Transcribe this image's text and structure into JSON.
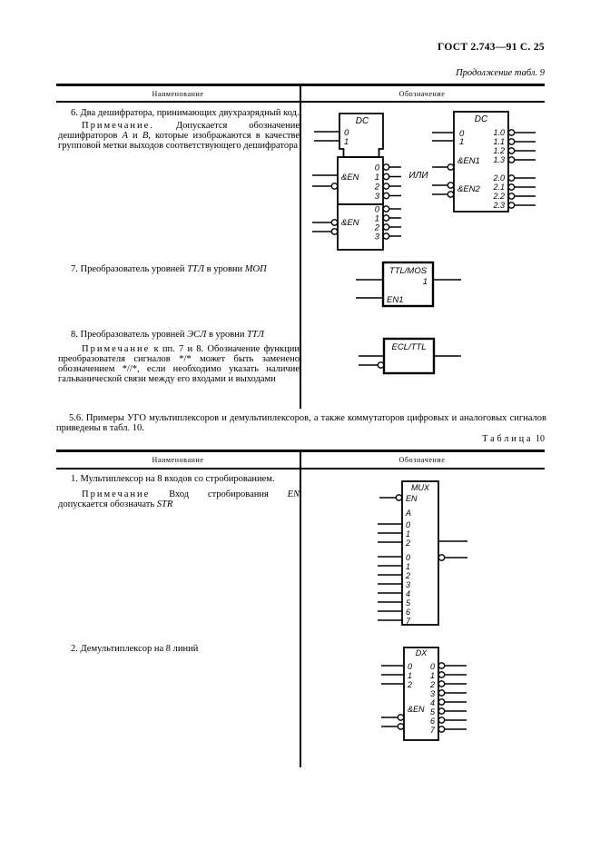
{
  "page": {
    "title": "ГОСТ 2.743—91 С. 25",
    "continuation": "Продолжение табл. 9",
    "section_56": "5.6. Примеры УГО мультиплексоров и демультиплексоров, а также коммутаторов цифровых и аналоговых сигналов приведены в табл. 10.",
    "table10_label": "Таблица",
    "table10_num": "10"
  },
  "table9": {
    "headers": {
      "name": "Наименование",
      "symbol": "Обозначение"
    },
    "row6": {
      "title": "6. Два дешифратора, принимающих двухразрядный код.",
      "note_label": "Примечание.",
      "note_p1": "Допускается обозначение дешифраторов",
      "note_i1": "А",
      "note_p2": "и",
      "note_i2": "В",
      "note_p3": ", которые изображаются в качестве групповой метки выходов соответствующего дешифратора"
    },
    "row7": {
      "num": "7.",
      "p1": "Преобразователь уровней",
      "i1": "ТТЛ",
      "p2": "в уровни",
      "i2": "МОП"
    },
    "row8": {
      "num": "8.",
      "p1": "Преобразователь уровней",
      "i1": "ЭСЛ",
      "p2": "в уровни",
      "i2": "ТТЛ",
      "note_label": "Примечание",
      "note_p1": "к пп. 7 и 8. Обозначение функции преобразователя сигналов */* может быть заменено обозначением *//*, если необходимо указать наличие гальванической связи между его входами и выходами"
    }
  },
  "table10": {
    "headers": {
      "name": "Наименование",
      "symbol": "Обозначение"
    },
    "row1": {
      "title": "1. Мультиплексор на 8 входов со стробированием.",
      "note_label": "Примечание",
      "note_p1": "Вход стробирования",
      "note_i1": "EN",
      "note_p2": "допускается обозначать",
      "note_i2": "STR"
    },
    "row2": {
      "title": "2. Демультиплексор на 8 линий"
    }
  },
  "diagrams": {
    "dual_dc": {
      "dc_title": "DC",
      "dc_inputs": [
        "0",
        "1"
      ],
      "en_label": "&EN",
      "b1_outputs": [
        "0",
        "1",
        "2",
        "3"
      ],
      "b2_outputs": [
        "0",
        "1",
        "2",
        "3"
      ],
      "or_label": "ИЛИ",
      "r_title": "DC",
      "r_inputs": [
        "0",
        "1"
      ],
      "r_en1": "&EN1",
      "r_en2": "&EN2",
      "r_outputs_1": [
        "1.0",
        "1.1",
        "1.2",
        "1.3"
      ],
      "r_outputs_2": [
        "2.0",
        "2.1",
        "2.2",
        "2.3"
      ]
    },
    "ttl_mos": {
      "title": "TTL/MOS",
      "num": "1",
      "en": "EN1"
    },
    "ecl_ttl": {
      "title": "ECL/TTL"
    },
    "mux": {
      "title": "MUX",
      "en": "EN",
      "a": "A",
      "addr": [
        "0",
        "1",
        "2"
      ],
      "data": [
        "0",
        "1",
        "2",
        "3",
        "4",
        "5",
        "6",
        "7"
      ]
    },
    "dx": {
      "title": "DX",
      "inputs": [
        "0",
        "1",
        "2"
      ],
      "en": "&EN",
      "outputs": [
        "0",
        "1",
        "2",
        "3",
        "4",
        "5",
        "6",
        "7"
      ]
    }
  }
}
